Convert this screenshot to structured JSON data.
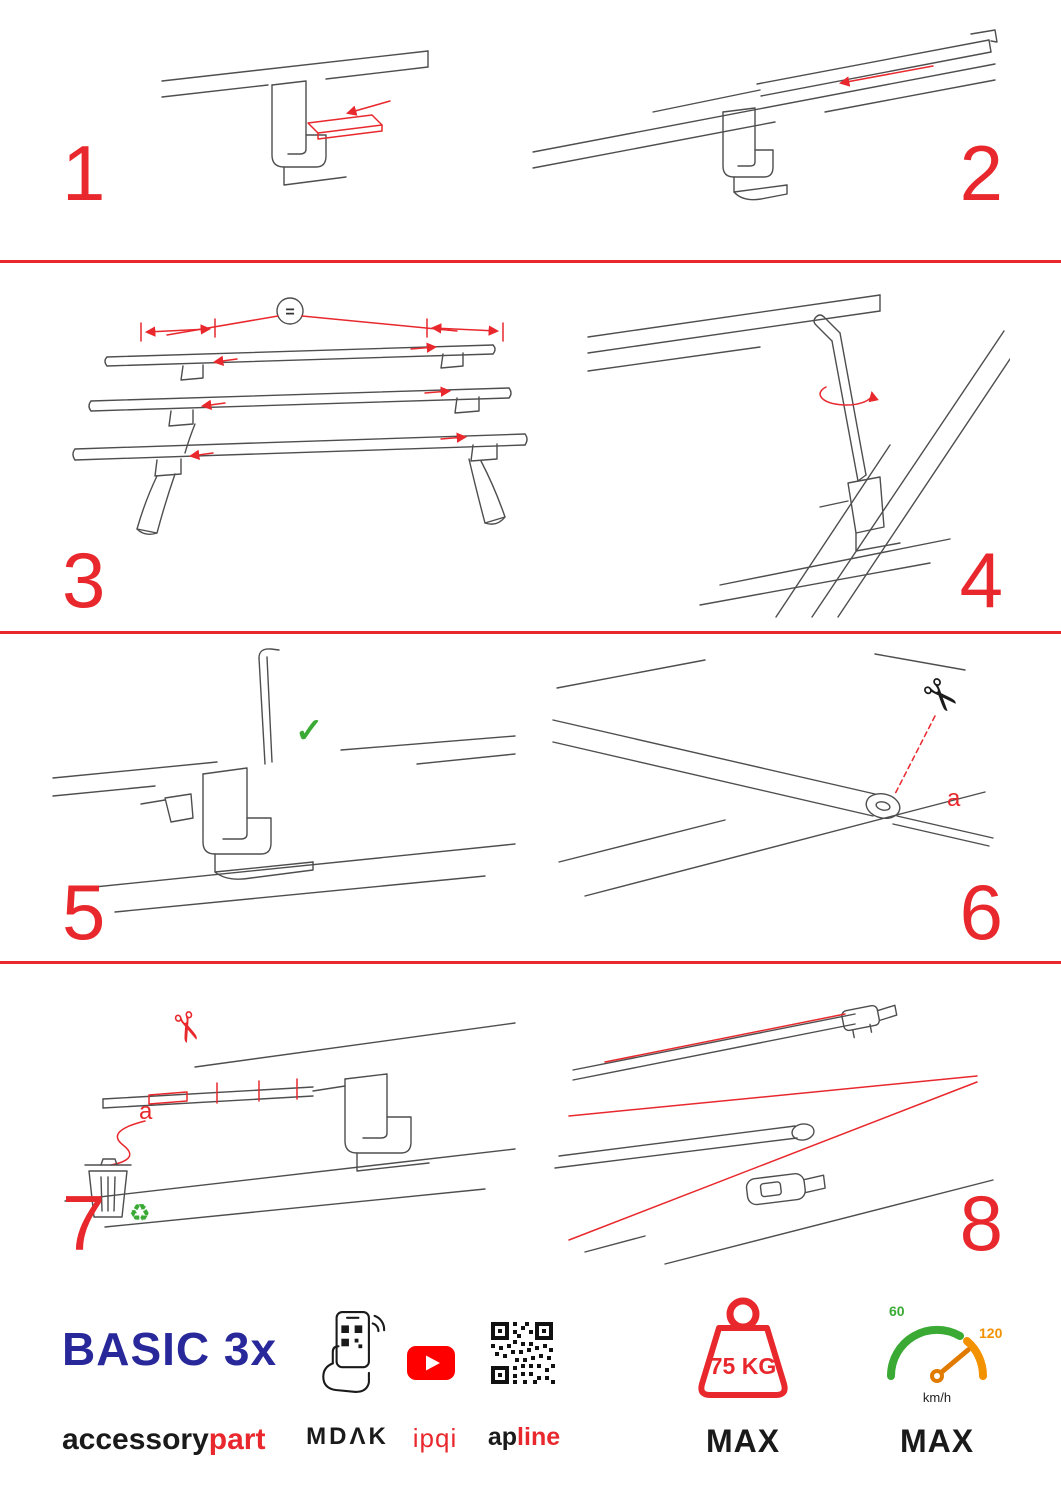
{
  "colors": {
    "accent_red": "#e8282d",
    "brand_navy": "#28289b",
    "green": "#3aaa35",
    "orange": "#f39200",
    "youtube_red": "#ff0000",
    "ink": "#1a1a1a",
    "line_gray": "#4e4e4e"
  },
  "steps": [
    {
      "number": "1"
    },
    {
      "number": "2"
    },
    {
      "number": "3"
    },
    {
      "number": "4"
    },
    {
      "number": "5"
    },
    {
      "number": "6"
    },
    {
      "number": "7"
    },
    {
      "number": "8"
    }
  ],
  "labels": {
    "equal": "=",
    "check": "✓",
    "scissors": "✂",
    "recycle": "♻",
    "part_a": "a"
  },
  "footer": {
    "product": "BASIC 3x",
    "brand_black": "accessory",
    "brand_red": "part",
    "mdak": "MDΛK",
    "ipqi": "ipqi",
    "apline_black": "ap",
    "apline_red": "line",
    "weight": "75 KG",
    "weight_max": "MAX",
    "speed_low": "60",
    "speed_high": "120",
    "speed_unit": "km/h",
    "speed_max": "MAX"
  }
}
